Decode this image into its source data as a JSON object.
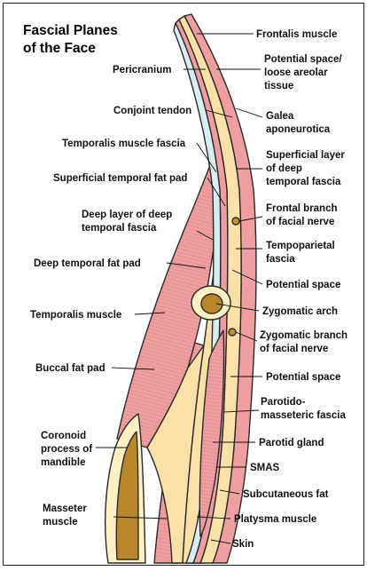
{
  "title": [
    "Fascial Planes",
    "of the Face"
  ],
  "labels": {
    "frontalis_muscle": "Frontalis muscle",
    "pericranium": "Pericranium",
    "potential_space_loose": [
      "Potential space/",
      "loose areolar",
      "tissue"
    ],
    "conjoint_tendon": "Conjoint tendon",
    "galea_aponeurotica": [
      "Galea",
      "aponeurotica"
    ],
    "temporalis_muscle_fascia": "Temporalis muscle fascia",
    "superficial_temporal_fat_pad": "Superficial temporal fat pad",
    "superficial_layer_deep_temporal_fascia": [
      "Superficial layer",
      "of deep",
      "temporal fascia"
    ],
    "deep_layer_deep_temporal_fascia": [
      "Deep layer of deep",
      "temporal fascia"
    ],
    "frontal_branch_facial_nerve": [
      "Frontal branch",
      "of facial nerve"
    ],
    "tempoparietal_fascia": [
      "Tempoparietal",
      "fascia"
    ],
    "deep_temporal_fat_pad": "Deep temporal fat pad",
    "potential_space_1": "Potential space",
    "zygomatic_arch": "Zygomatic arch",
    "temporalis_muscle": "Temporalis muscle",
    "zygomatic_branch_facial_nerve": [
      "Zygomatic branch",
      "of facial nerve"
    ],
    "buccal_fat_pad": "Buccal fat pad",
    "potential_space_2": "Potential space",
    "parotidomasseteric_fascia": [
      "Parotido-",
      "masseteric fascia"
    ],
    "coronoid_process": [
      "Coronoid",
      "process of",
      "mandible"
    ],
    "parotid_gland": "Parotid gland",
    "smas": "SMAS",
    "subcutaneous_fat": "Subcutaneous fat",
    "masseter_muscle": [
      "Masseter",
      "muscle"
    ],
    "platysma_muscle": "Platysma muscle",
    "skin": "Skin"
  },
  "colors": {
    "muscle": "#ef9fa0",
    "fat": "#fbe1a8",
    "fascia": "#fff1c4",
    "space": "#d8eef4",
    "bone": "#b8862b",
    "nerve": "#c8902e",
    "outline": "#2a2a2a"
  }
}
